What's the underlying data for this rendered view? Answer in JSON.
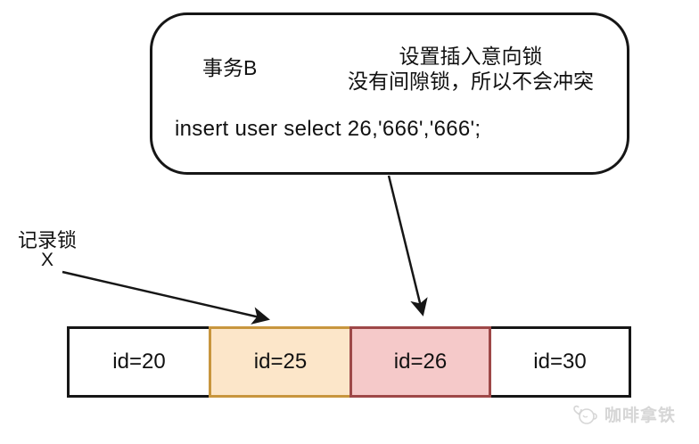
{
  "callout": {
    "title": "事务B",
    "note_line1": "设置插入意向锁",
    "note_line2": "没有间隙锁，所以不会冲突",
    "sql": "insert user select 26,'666','666';"
  },
  "record_lock": {
    "label": "记录锁",
    "mark": "X"
  },
  "row": {
    "cells": [
      {
        "label": "id=20",
        "state": "plain"
      },
      {
        "label": "id=25",
        "state": "record-lock"
      },
      {
        "label": "id=26",
        "state": "insert-target"
      },
      {
        "label": "id=30",
        "state": "plain"
      }
    ]
  },
  "watermark": {
    "text": "咖啡拿铁",
    "icon": "coffee-cup-icon"
  },
  "colors": {
    "gap_cell_fill": "#fce6c9",
    "gap_cell_border": "#c8963e",
    "insert_cell_fill": "#f5c9c9",
    "insert_cell_border": "#9e4848",
    "stroke": "#161616",
    "watermark": "#d6d6d6"
  }
}
